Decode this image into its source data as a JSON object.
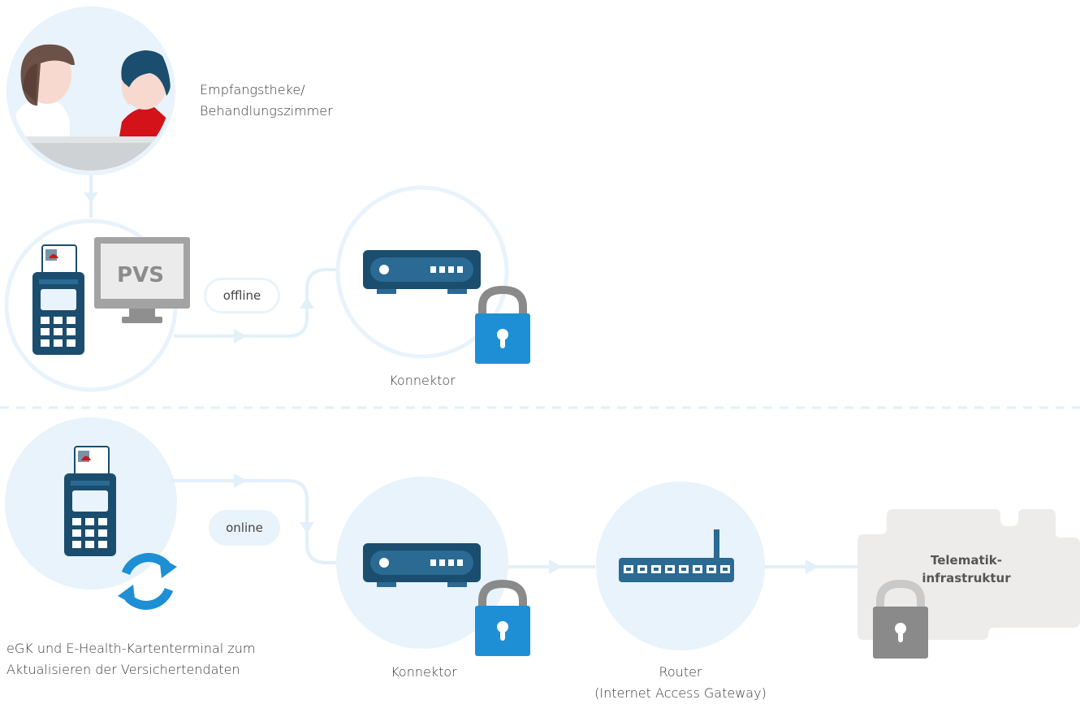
{
  "labels": {
    "reception_line1": "Empfangstheke/",
    "reception_line2": "Behandlungszimmer",
    "pvs": "PVS",
    "offline": "offline",
    "online": "online",
    "konnektor_top": "Konnektor",
    "konnektor_bottom": "Konnektor",
    "router_line1": "Router",
    "router_line2": "(Internet Access Gateway)",
    "ti_line1": "Telematik-",
    "ti_line2": "infrastruktur",
    "egk_line1": "eGK und E-Health-Kartenterminal zum",
    "egk_line2": "Aktualisieren der Versichertendaten"
  },
  "colors": {
    "light_blue": "#e8f3fb",
    "line_blue": "#e2f0fa",
    "dark_blue": "#1b4d6e",
    "mid_blue": "#2a6a93",
    "lock_blue": "#1e8fd5",
    "lock_gray": "#8a8a8a",
    "ti_bg": "#eeeceb",
    "red": "#d4121a"
  }
}
